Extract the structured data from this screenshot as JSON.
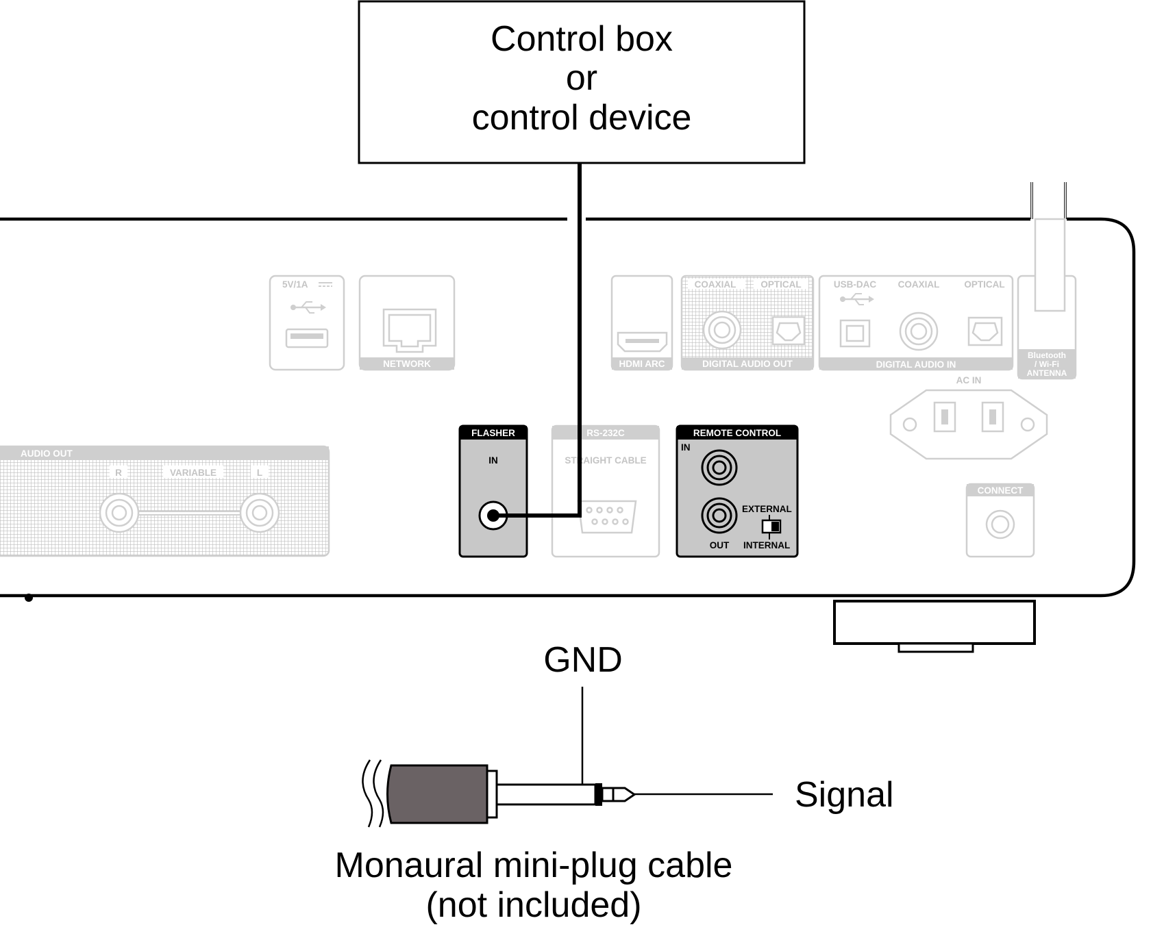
{
  "control_box": {
    "line1": "Control box",
    "line2": "or",
    "line3": "control device"
  },
  "rear_panel": {
    "usb_power": "5V/1A",
    "network": "NETWORK",
    "hdmi_arc": "HDMI ARC",
    "digital_out": {
      "coaxial": "COAXIAL",
      "optical": "OPTICAL",
      "label": "DIGITAL AUDIO OUT"
    },
    "digital_in": {
      "usb_dac": "USB-DAC",
      "coaxial": "COAXIAL",
      "optical": "OPTICAL",
      "label": "DIGITAL AUDIO IN"
    },
    "antenna": {
      "line1": "Bluetooth",
      "line2": "/ Wi-Fi",
      "line3": "ANTENNA"
    },
    "ac_in": "AC IN",
    "audio_out": {
      "label": "AUDIO OUT",
      "r": "R",
      "variable": "VARIABLE",
      "l": "L"
    },
    "flasher": {
      "label": "FLASHER",
      "in": "IN"
    },
    "rs232c": {
      "label": "RS-232C",
      "sub": "STRAIGHT CABLE"
    },
    "remote_control": {
      "label": "REMOTE CONTROL",
      "in": "IN",
      "out": "OUT",
      "external": "EXTERNAL",
      "internal": "INTERNAL"
    },
    "connect": "CONNECT"
  },
  "plug": {
    "gnd": "GND",
    "signal": "Signal",
    "caption_line1": "Monaural mini-plug cable",
    "caption_line2": "(not included)"
  },
  "colors": {
    "line": "#000000",
    "faded": "#cfcfcf",
    "highlight_panel": "#c8c8c8",
    "plug_body": "#6a6264"
  }
}
